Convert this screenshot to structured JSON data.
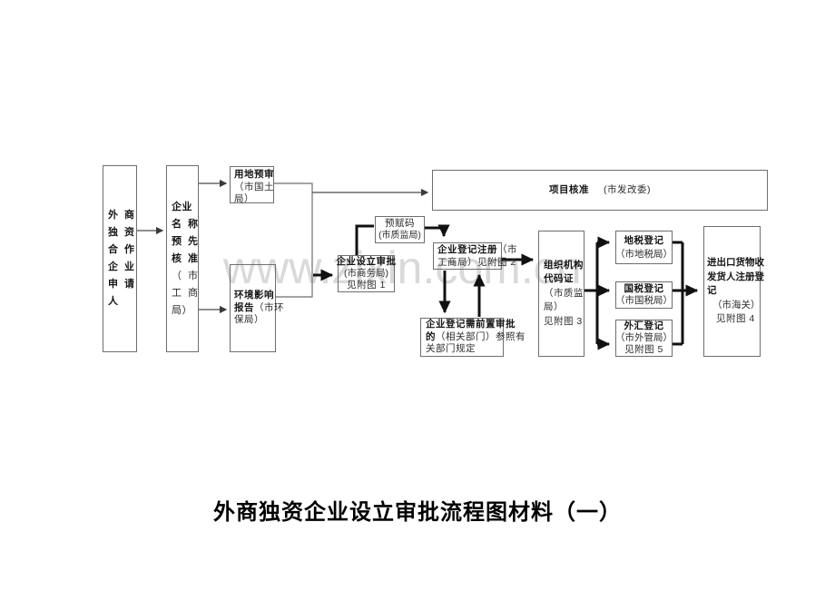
{
  "watermark": "www.zixin.com.cn",
  "title": "外商独资企业设立审批流程图材料（一）",
  "boxes": {
    "applicant": {
      "l0": "外 商",
      "l1": "独 资",
      "l2": "合 作",
      "l3": "企 业",
      "l4": "申 请",
      "l5": "人"
    },
    "name_check": {
      "l0": "企业",
      "l1": "名 称",
      "l2": "预 先",
      "l3": "核 准",
      "l4": "（ 市",
      "l5": "工 商",
      "l6": "局）"
    },
    "land_review": {
      "title": "用地预审",
      "sub0": "（市国土",
      "sub1": "局）"
    },
    "env_report": {
      "title": "环境影响",
      "title2": "报告",
      "sub0": "（市环",
      "sub1": "保局）"
    },
    "project_approval": {
      "title": "项目核准",
      "sub": "(市发改委)"
    },
    "pre_code": {
      "l0": "预赋码",
      "l1": "(市质监局)"
    },
    "setup_approval": {
      "title": "企业设立审批",
      "sub0": "(市商务局)",
      "sub1": "见附图 1"
    },
    "registration": {
      "title": "企业登记注册",
      "sub0": "（市",
      "sub1": "工商局）见附图 2"
    },
    "pre_approval_note": {
      "b0": "企业登记需前置审批",
      "b1": "的",
      "r1": "（相关部门）参照有",
      "r2": "关部门规定"
    },
    "org_code": {
      "title0": "组织机构",
      "title1": "代码证",
      "sub0": "（市质监",
      "sub1": "局）",
      "sub2": "见附图 3"
    },
    "local_tax": {
      "title": "地税登记",
      "sub": "（市地税局）"
    },
    "national_tax": {
      "title": "国税登记",
      "sub": "（市国税局）"
    },
    "forex": {
      "title": "外汇登记",
      "sub0": "（市外管局）",
      "sub1": "见附图 5"
    },
    "customs": {
      "b0": "进出口货物收",
      "b1": "发货人注册登",
      "b2": "记",
      "sub0": "（市海关）",
      "sub1": "见附图 4"
    }
  }
}
